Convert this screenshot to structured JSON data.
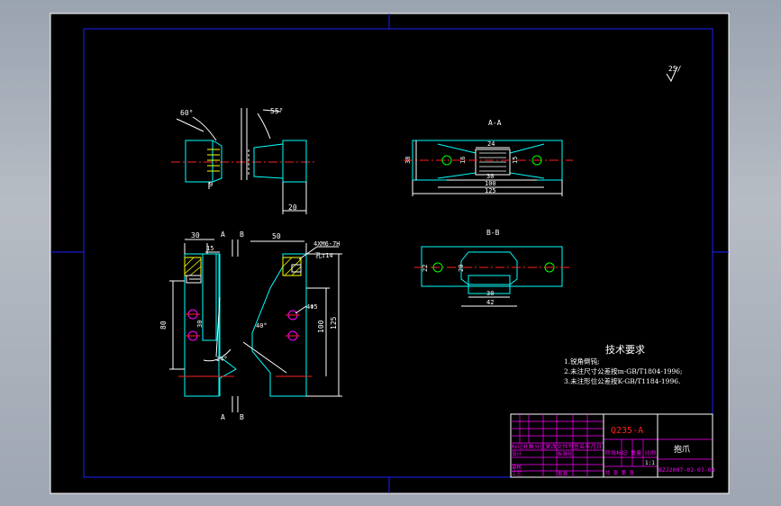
{
  "colors": {
    "background": "#000000",
    "frame": "#ffffff",
    "border": "#1f1fff",
    "outline": "#00ffff",
    "dimension": "#ffffff",
    "center_line": "#ff2020",
    "thread": "#ff00ff",
    "hatch": "#ffff00",
    "hole": "#00ff00",
    "title_block": "#ff00ff"
  },
  "roughness": {
    "value": "25/"
  },
  "views": {
    "top_left": {
      "angle_left": "60°",
      "angle_right": "55°",
      "dim_9": "9",
      "dim_20": "20"
    },
    "front": {
      "dim_30": "30",
      "dim_15": "15",
      "dim_50": "50",
      "section_a": "A",
      "section_b": "B",
      "thread_note": "4XM6-7H",
      "thread_depth": "孔↧14",
      "dim_80": "80",
      "dim_30v": "30",
      "dim_24": "24°",
      "dim_40": "40°",
      "dim_phi5": "4Φ5",
      "dim_100": "100",
      "dim_125": "125"
    },
    "section_aa": {
      "title": "A-A",
      "dim_24": "24",
      "dim_38": "38",
      "dim_16": "16",
      "dim_15": "15",
      "dim_30": "30",
      "dim_100": "100",
      "dim_125": "125"
    },
    "section_bb": {
      "title": "B-B",
      "dim_22": "22",
      "dim_20": "20",
      "dim_30": "30",
      "dim_42": "42"
    }
  },
  "tech_requirements": {
    "title": "技术要求",
    "items": [
      "1.锐角倒钝;",
      "2.未注尺寸公差按m-GB/T1804-1996;",
      "3.未注形位公差按K-GB/T1184-1996."
    ]
  },
  "title_block": {
    "material": "Q235-A",
    "part_name": "抱爪",
    "drawing_number": "BZJ2007-02-07-04",
    "scale": "1:1",
    "headers": "标记处数分区更改文件号签名年月日",
    "designer_row": "设计",
    "standard": "标准化",
    "stage_row": "阶段标记 重量 比例",
    "review": "审核",
    "process": "工艺",
    "approve": "批准",
    "sheet_row": "共 张 第 张"
  }
}
